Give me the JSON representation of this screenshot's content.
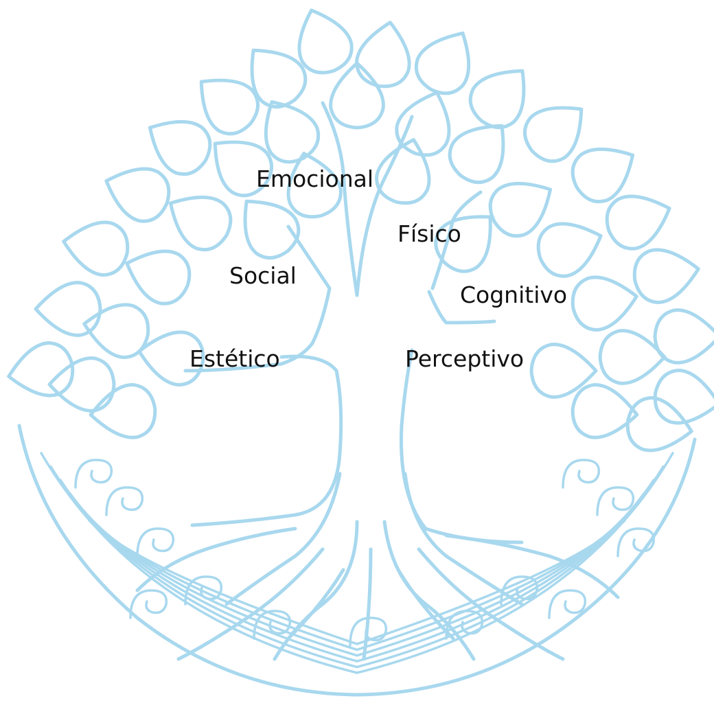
{
  "diagram": {
    "kind": "tree-of-life-illustration",
    "line_color": "#a8d8ee",
    "text_color": "#111111",
    "labels": {
      "emocional": "Emocional",
      "fisico": "Físico",
      "social": "Social",
      "cognitivo": "Cognitivo",
      "estetico": "Estético",
      "perceptivo": "Perceptivo"
    }
  }
}
